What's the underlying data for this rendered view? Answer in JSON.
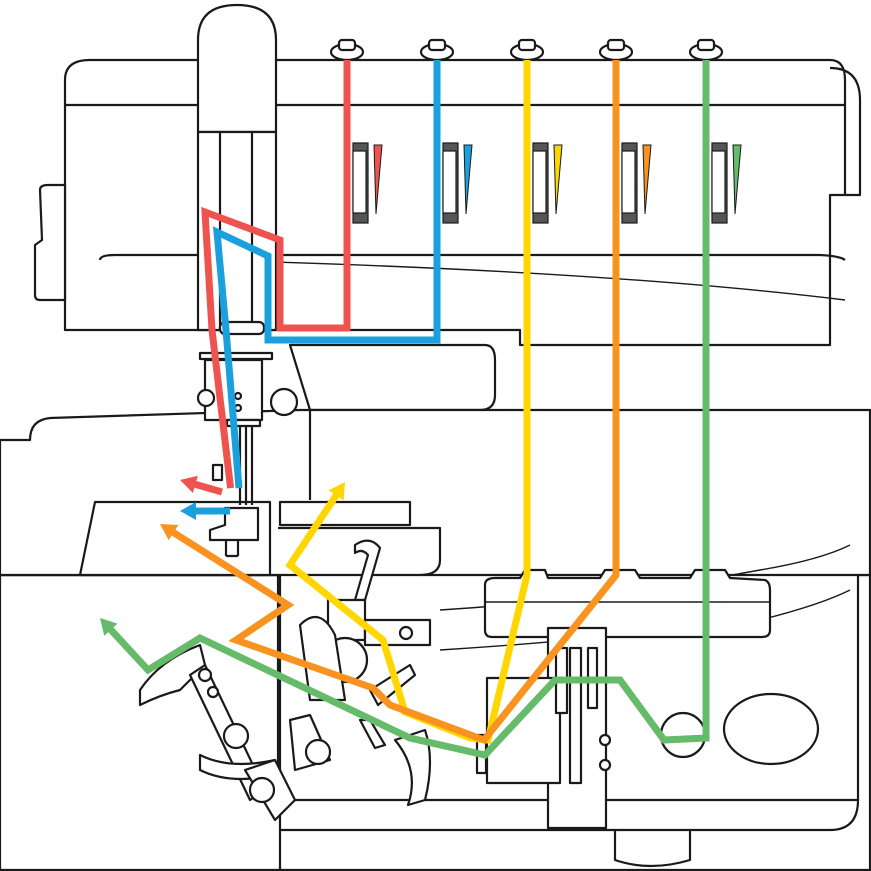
{
  "diagram": {
    "subject": "overlock-serger-threading",
    "threads": [
      {
        "id": "left-needle",
        "color": "#ef5350"
      },
      {
        "id": "right-needle",
        "color": "#1aa0dd"
      },
      {
        "id": "upper-looper",
        "color": "#ffd600"
      },
      {
        "id": "lower-looper",
        "color": "#f7931e"
      },
      {
        "id": "chain-looper",
        "color": "#66bb6a"
      }
    ],
    "outline_color": "#1a1a1a",
    "tension_dial_color": "#555555"
  }
}
